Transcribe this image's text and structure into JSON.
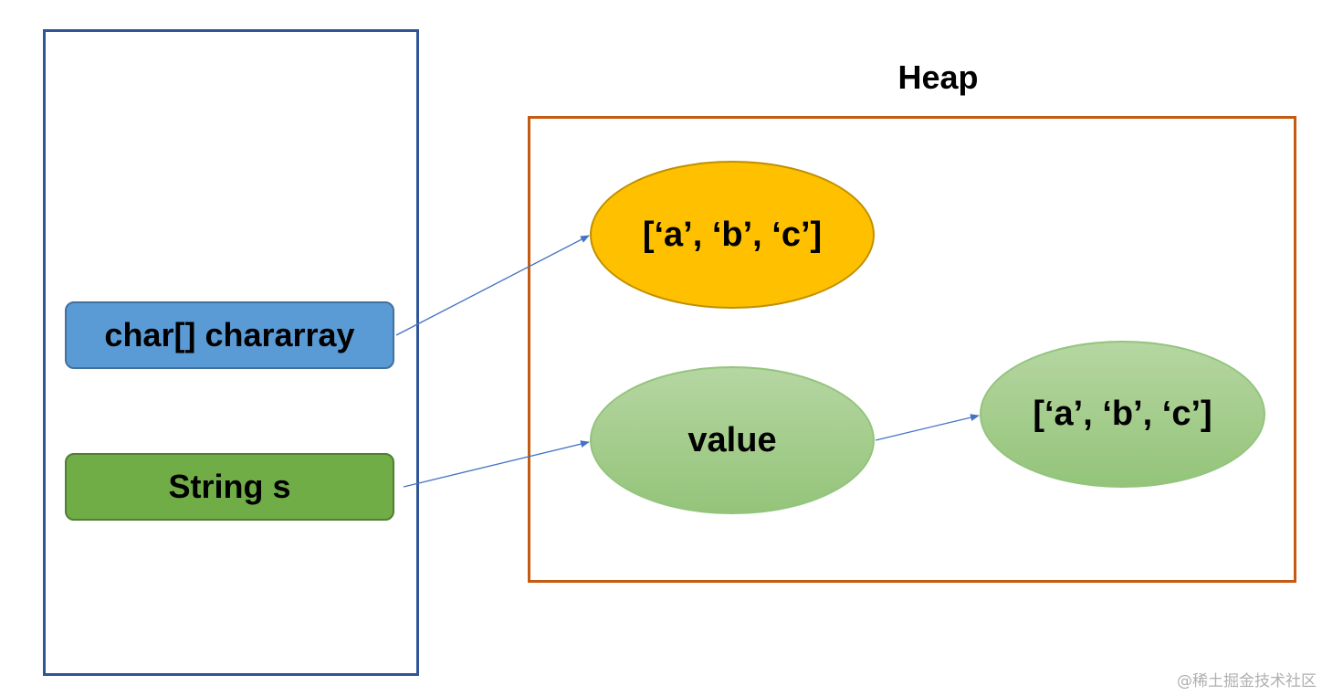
{
  "heap": {
    "title": "Heap"
  },
  "stack": {
    "vars": [
      {
        "label": "char[] chararray"
      },
      {
        "label": "String s"
      }
    ]
  },
  "objects": {
    "char_array": "[‘a’, ‘b’, ‘c’]",
    "string_value": "value",
    "string_value_array": "[‘a’, ‘b’, ‘c’]"
  },
  "colors": {
    "stack_border": "#2f5597",
    "heap_border": "#c55a11",
    "chararray_fill": "#5b9bd5",
    "string_fill": "#70ad47",
    "array_orange": "#ffc000",
    "value_green": "#a9d18e",
    "arrow": "#4472c4"
  },
  "watermark": "@稀土掘金技术社区"
}
